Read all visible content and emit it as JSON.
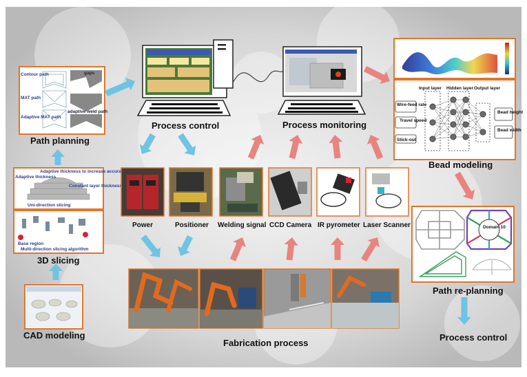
{
  "labels": {
    "path_planning": "Path planning",
    "slicing_3d": "3D slicing",
    "cad_modeling": "CAD modeling",
    "process_control": "Process control",
    "process_monitoring": "Process monitoring",
    "bead_modeling": "Bead modeling",
    "path_replanning": "Path re-planning",
    "process_control_2": "Process control",
    "fabrication_process": "Fabrication process"
  },
  "devices": {
    "power": "Power",
    "positioner": "Positioner",
    "welding_signal": "Welding signal",
    "ccd_camera": "CCD Camera",
    "ir_pyrometer": "IR pyrometer",
    "laser_scanner": "Laser Scanner"
  },
  "path_panel": {
    "contour_path": "Contour path",
    "gaps": "gaps",
    "mat_path": "MAT path",
    "adaptive_mat_path": "Adaptive MAT path",
    "adaptive_weld_path": "adaptive weld path"
  },
  "slicing_panel": {
    "adaptive_thickness": "Adaptive thickness",
    "adaptive_thickness_accuracy": "Adaptive thickness to increase accuracy",
    "constant_layer_thickness": "Constant layer thickness",
    "uni_direction_slicing": "Uni-direction slicing",
    "base_region": "Base region",
    "multi_direction_slicing": "Multi-direction slicing algorithm"
  },
  "nn_panel": {
    "input_layer": "Input layer",
    "hidden_layer": "Hidden layer",
    "output_layer": "Output layer",
    "wire_feed_rate": "Wire-feed rate",
    "travel_speed": "Travel speed",
    "stick_out": "Stick-out",
    "bead_height": "Bead height",
    "bead_width": "Bead width"
  },
  "replan_panel": {
    "domain": "Domain 10"
  },
  "colors": {
    "panel_border": "#e0762a",
    "arrow_blue": "#6fc3e3",
    "arrow_red": "#e8847e"
  }
}
